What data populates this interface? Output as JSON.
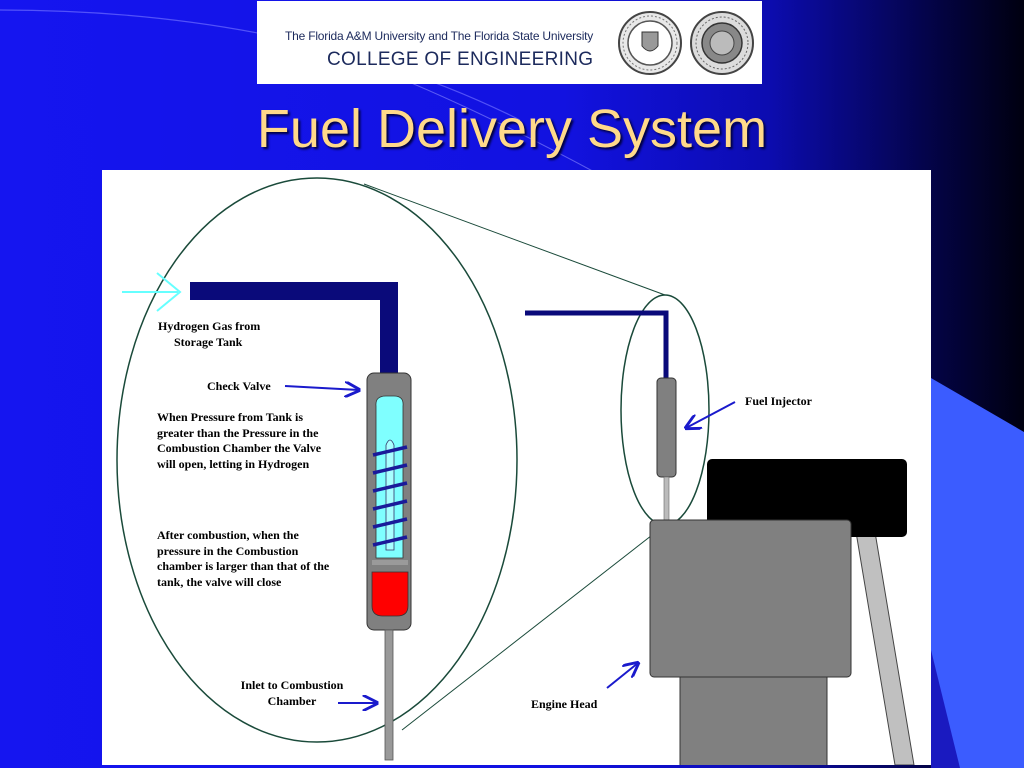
{
  "header": {
    "logo_line1": "The Florida A&M University and The Florida State University",
    "logo_line2": "COLLEGE OF ENGINEERING"
  },
  "slide": {
    "title": "Fuel Delivery System"
  },
  "diagram": {
    "labels": {
      "hydrogen_gas_line1": "Hydrogen Gas from",
      "hydrogen_gas_line2": "Storage Tank",
      "check_valve": "Check Valve",
      "pressure_open": "When Pressure from Tank is greater than the Pressure in the Combustion Chamber the Valve will open, letting in Hydrogen",
      "after_combustion": "After combustion, when the pressure in the Combustion chamber is larger than that of the tank, the valve will close",
      "inlet_line1": "Inlet to Combustion",
      "inlet_line2": "Chamber",
      "fuel_injector": "Fuel Injector",
      "engine_head": "Engine Head"
    },
    "colors": {
      "pipe": "#0a0a7a",
      "valve_body": "#808080",
      "valve_fluid": "#7fffff",
      "valve_spring": "#1a1a9a",
      "valve_plug": "#ff0000",
      "arrow": "#1a1acc",
      "flow_arrow": "#66ffff",
      "magnifier_outline": "#1a4a3a",
      "engine_block": "#808080",
      "engine_cover": "#000000"
    }
  }
}
